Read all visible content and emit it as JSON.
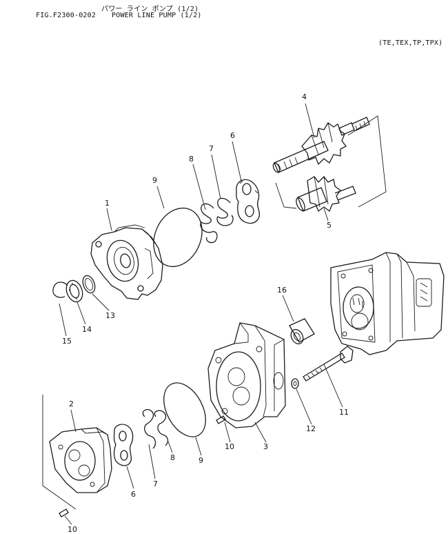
{
  "header": {
    "japanese_title": "パワー ライン ポンプ (1/2)",
    "fig_code": "FIG.F2300-0202",
    "title": "POWER LINE PUMP (1/2)",
    "variant": "(TE,TEX,TP,TPX)"
  },
  "callouts": {
    "c1": "1",
    "c2": "2",
    "c3": "3",
    "c4": "4",
    "c5": "5",
    "c6a": "6",
    "c6b": "6",
    "c7a": "7",
    "c7b": "7",
    "c8a": "8",
    "c8b": "8",
    "c9a": "9",
    "c9b": "9",
    "c10a": "10",
    "c10b": "10",
    "c11": "11",
    "c12": "12",
    "c13": "13",
    "c14": "14",
    "c15": "15",
    "c16": "16"
  }
}
